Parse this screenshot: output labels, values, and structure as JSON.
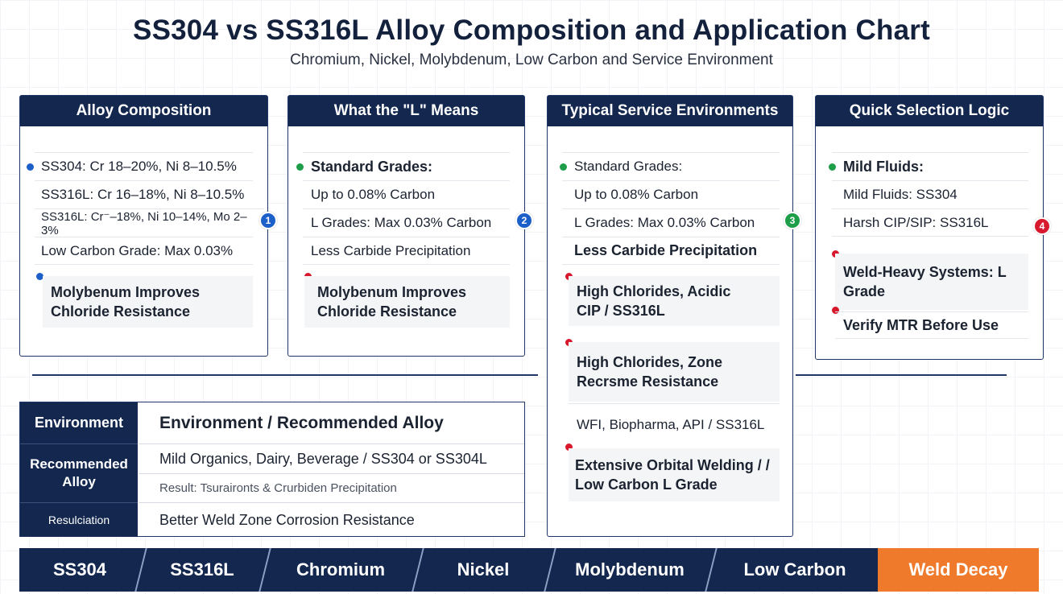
{
  "title": "SS304 vs SS316L Alloy Composition and Application Chart",
  "subtitle": "Chromium, Nickel, Molybdenum, Low Carbon and Service Environment",
  "colors": {
    "navy": "#14284f",
    "orange": "#ef7a2c",
    "blue_dot": "#1d5fc8",
    "green_dot": "#1e9e49",
    "red_dot": "#d8182c"
  },
  "panels": [
    {
      "heading": "Alloy Composition",
      "badge": "1",
      "items": [
        "SS304: Cr 18–20%, Ni 8–10.5%",
        "SS316L: Cr 16–18%, Ni 8–10.5%",
        "SS316L: Cr⁻–18%, Ni 10–14%, Mo 2–3%",
        "Low Carbon Grade: Max 0.03%",
        "Molybenum Improves Chloride Resistance"
      ]
    },
    {
      "heading": "What the \"L\" Means",
      "badge": "2",
      "items": [
        "Standard Grades:",
        "Up to 0.08% Carbon",
        "L Grades: Max 0.03% Carbon",
        "Less Carbide Precipitation",
        "Molybenum Improves Chloride Resistance"
      ]
    },
    {
      "heading": "Typical Service Environments",
      "badge": "3",
      "items": [
        "Standard Grades:",
        "Up to 0.08% Carbon",
        "L Grades: Max 0.03% Carbon",
        "Less Carbide Precipitation",
        "High Chlorides, Acidic CIP / SS316L",
        "High Chlorides, Zone Recrsme Resistance",
        "WFI, Biopharma, API / SS316L",
        "Extensive Orbital Welding / / Low Carbon L Grade"
      ]
    },
    {
      "heading": "Quick Selection Logic",
      "badge": "4",
      "items": [
        "Mild Fluids:",
        "Mild Fluids: SS304",
        "Harsh CIP/SIP: SS316L",
        "Weld-Heavy Systems: L Grade",
        "Verify MTR Before Use"
      ]
    }
  ],
  "env_table": {
    "left_labels": [
      "Environment",
      "Recommended Alloy",
      "Resulciation"
    ],
    "rows": [
      "Environment / Recommended Alloy",
      "Mild Organics, Dairy, Beverage / SS304 or SS304L",
      "Result: Tsuraironts & Crurbiden Precipitation",
      "Better Weld Zone Corrosion Resistance"
    ]
  },
  "bottom_tags": [
    "SS304",
    "SS316L",
    "Chromium",
    "Nickel",
    "Molybdenum",
    "Low Carbon",
    "Weld Decay"
  ]
}
